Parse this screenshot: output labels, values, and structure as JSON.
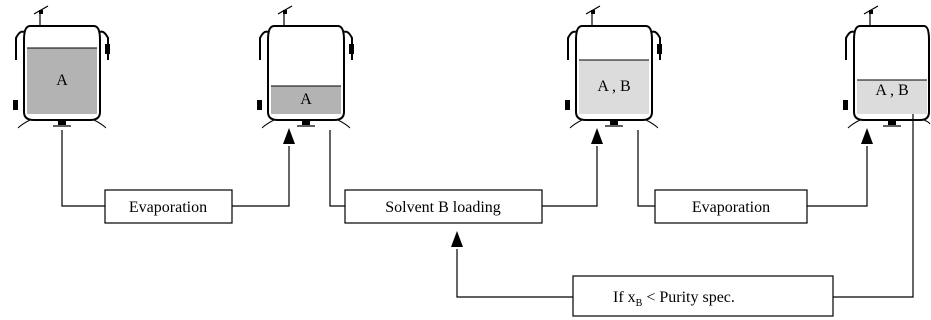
{
  "colors": {
    "liquid_a": "#b3b3b3",
    "liquid_ab": "#dcdcdc",
    "stroke": "#000000",
    "background": "#ffffff"
  },
  "vessels": [
    {
      "contents": "A"
    },
    {
      "contents": "A"
    },
    {
      "contents": "A , B"
    },
    {
      "contents": "A , B"
    }
  ],
  "steps": [
    {
      "label": "Evaporation"
    },
    {
      "label": "Solvent B loading"
    },
    {
      "label": "Evaporation"
    }
  ],
  "loop": {
    "prefix": "If  x",
    "subscript": "B",
    "suffix": " < Purity spec."
  }
}
